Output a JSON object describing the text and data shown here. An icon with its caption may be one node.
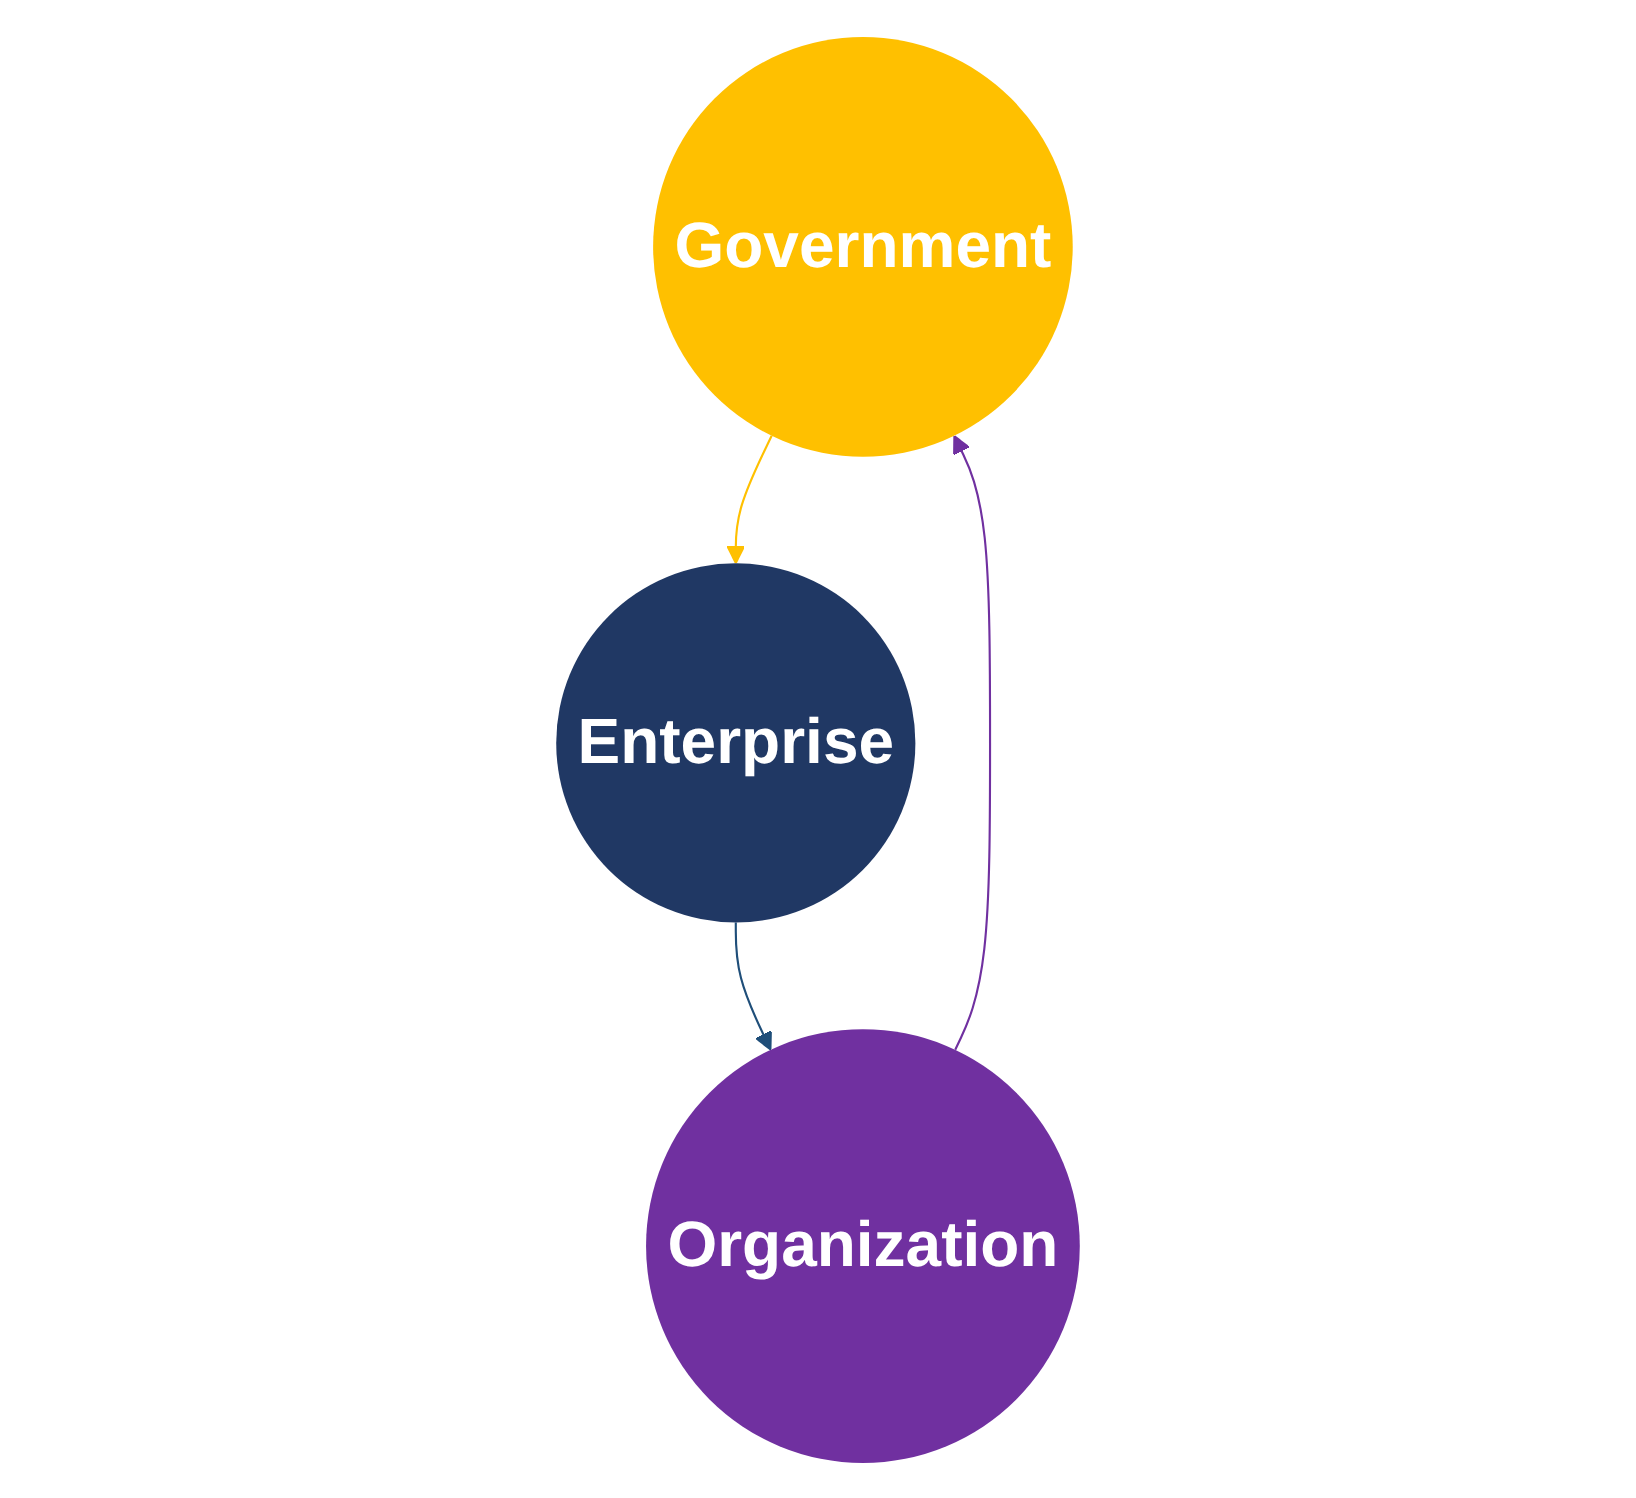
{
  "diagram": {
    "nodes": [
      {
        "text": [
          "Government"
        ]
      },
      {
        "text": [
          "Enterprise"
        ]
      },
      {
        "text": [
          "Organization"
        ]
      }
    ],
    "edges": [
      {
        "from": 0,
        "to": 1,
        "arrow": "to",
        "color": "#ffc000"
      },
      {
        "from": 1,
        "to": 2,
        "arrow": "to",
        "color": "#1f4e79"
      },
      {
        "from": 2,
        "to": 0,
        "arrow": "to",
        "color": "#7030a0"
      }
    ]
  }
}
